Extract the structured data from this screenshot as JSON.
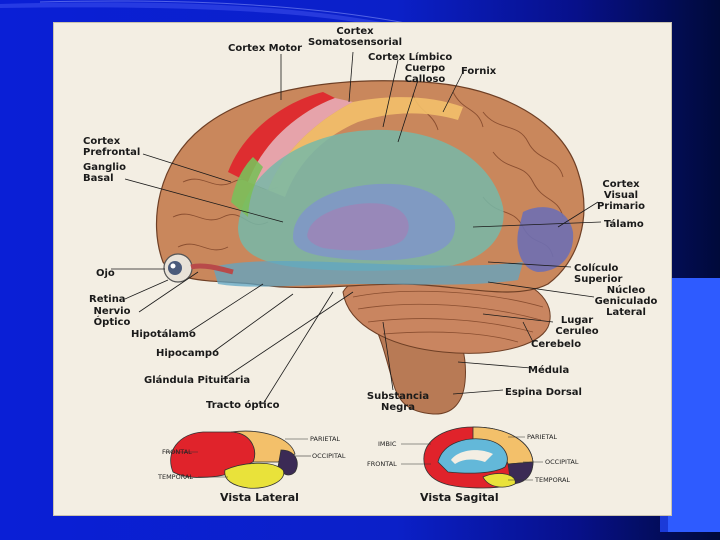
{
  "colors": {
    "slide_bg": "#0b20c8",
    "panel_bg": "#f3eee3",
    "brain_tan": "#c9875c",
    "frontal": "#e0232b",
    "parietal": "#f3c06a",
    "temporal": "#e9e23a",
    "occipital": "#3b2a55",
    "limbic": "#63b8d9"
  },
  "labels": {
    "cortex_motor": "Cortex Motor",
    "cortex_somato_1": "Cortex",
    "cortex_somato_2": "Somatosensorial",
    "cortex_limbico": "Cortex Límbico",
    "cuerpo_calloso_1": "Cuerpo",
    "cuerpo_calloso_2": "Calloso",
    "fornix": "Fornix",
    "cortex_prefrontal_1": "Cortex",
    "cortex_prefrontal_2": "Prefrontal",
    "ganglio_basal_1": "Ganglio",
    "ganglio_basal_2": "Basal",
    "cortex_visual_1": "Cortex",
    "cortex_visual_2": "Visual",
    "cortex_visual_3": "Primario",
    "talamo": "Tálamo",
    "ojo": "Ojo",
    "coliculo_1": "Colículo",
    "coliculo_2": "Superior",
    "nucleo_1": "Núcleo",
    "nucleo_2": "Geniculado",
    "nucleo_3": "Lateral",
    "retina": "Retina",
    "nervio_optico_1": "Nervio",
    "nervio_optico_2": "Óptico",
    "hipotalamo": "Hipotálamo",
    "lugar_ceruleo_1": "Lugar",
    "lugar_ceruleo_2": "Ceruleo",
    "cerebelo": "Cerebelo",
    "hipocampo": "Hipocampo",
    "medula": "Médula",
    "glandula_pituitaria": "Glándula Pituitaria",
    "espina_dorsal": "Espina Dorsal",
    "substancia_negra_1": "Substancia",
    "substancia_negra_2": "Negra",
    "tracto_optico": "Tracto óptico"
  },
  "lateral_view": {
    "caption": "Vista Lateral",
    "parietal": "PARIETAL",
    "frontal": "FRONTAL",
    "occipital": "OCCIPITAL",
    "temporal": "TEMPORAL"
  },
  "sagittal_view": {
    "caption": "Vista Sagital",
    "limbic": "IMBIC",
    "parietal": "PARIETAL",
    "frontal": "FRONTAL",
    "occipital": "OCCIPITAL",
    "temporal": "TEMPORAL"
  }
}
